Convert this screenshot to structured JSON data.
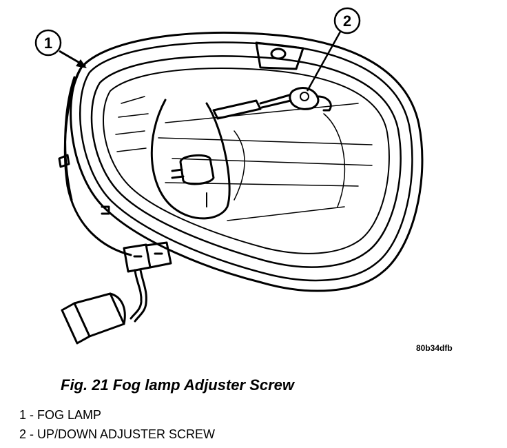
{
  "figure": {
    "caption": "Fig. 21 Fog lamp Adjuster Screw",
    "code": "80b34dfb",
    "callouts": [
      "1",
      "2"
    ],
    "legend": [
      {
        "number": "1",
        "text": "1 - FOG LAMP"
      },
      {
        "number": "2",
        "text": "2 - UP/DOWN ADJUSTER SCREW"
      }
    ]
  }
}
